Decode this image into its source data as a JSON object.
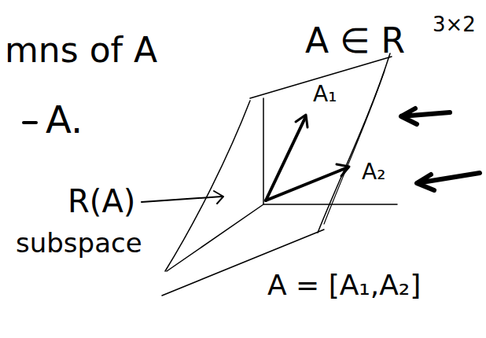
{
  "diagram": {
    "labels": [
      "mns of A",
      "A ∈ R",
      "3×2",
      "A.",
      "A₁",
      "A₂",
      "R(A)",
      "subspace",
      "A = [A₁,A₂]"
    ]
  }
}
